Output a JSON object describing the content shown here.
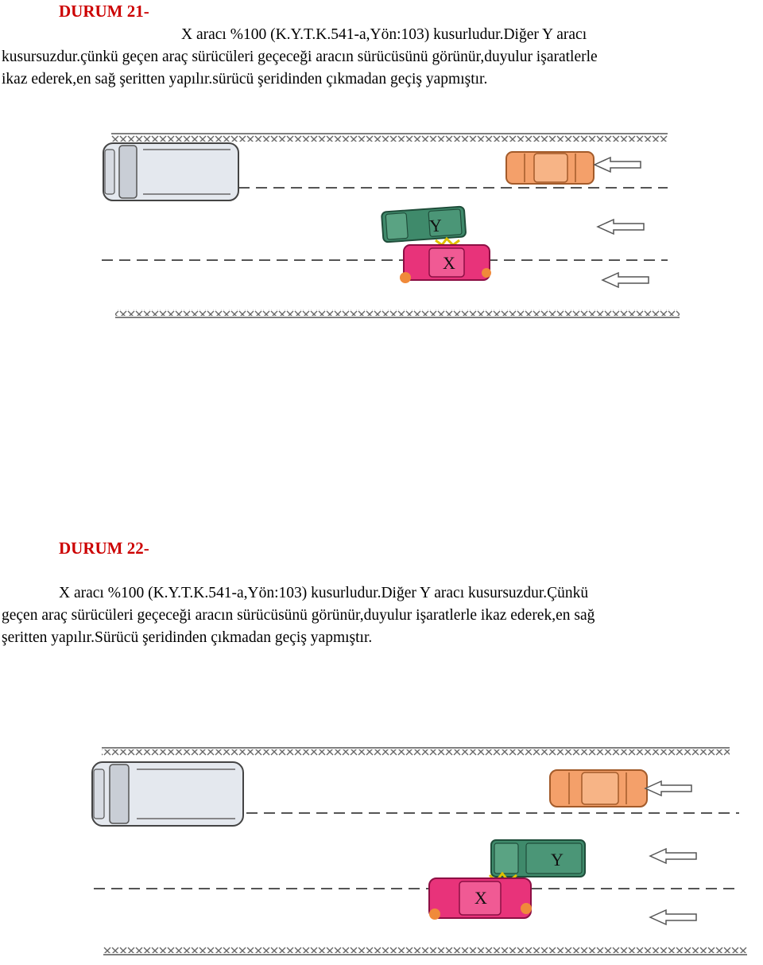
{
  "cases": [
    {
      "title": "DURUM 21-",
      "lines": [
        "X aracı %100 (K.Y.T.K.541-a,Yön:103) kusurludur.Diğer  Y aracı",
        "kusursuzdur.çünkü geçen araç sürücüleri geçeceği aracın sürücüsünü görünür,duyulur işaratlerle",
        "ikaz ederek,en sağ şeritten yapılır.sürücü şeridinden çıkmadan geçiş yapmıştır."
      ],
      "diagram": {
        "vehicle_y_label": "Y",
        "vehicle_x_label": "X"
      }
    },
    {
      "title": "DURUM 22-",
      "lines": [
        "X aracı %100 (K.Y.T.K.541-a,Yön:103) kusurludur.Diğer  Y aracı kusursuzdur.Çünkü",
        "geçen araç sürücüleri geçeceği aracın sürücüsünü görünür,duyulur işaratlerle ikaz ederek,en sağ",
        "şeritten yapılır.Sürücü şeridinden çıkmadan geçiş yapmıştır."
      ],
      "diagram": {
        "vehicle_y_label": "Y",
        "vehicle_x_label": "X"
      }
    }
  ],
  "colors": {
    "title": "#cc0000",
    "van": "#e4e8ee",
    "orange_car": "#f4a06a",
    "green_car": "#3f8a6b",
    "pink_car": "#e8337a",
    "arrow": "#ffffff"
  }
}
